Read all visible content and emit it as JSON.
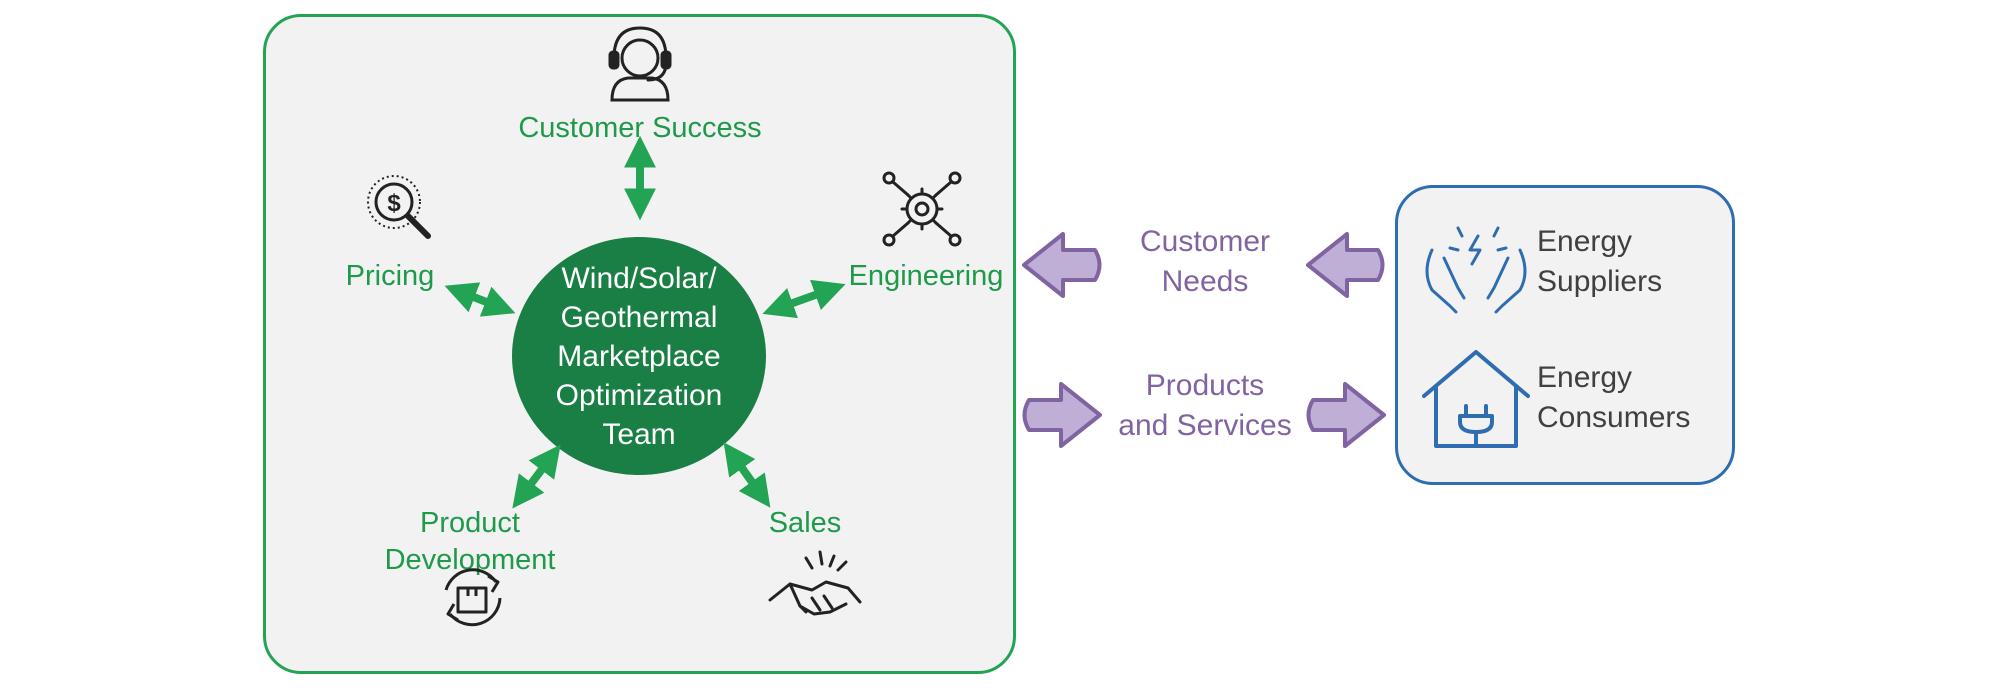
{
  "hub": {
    "lines": [
      "Wind/Solar/",
      "Geothermal",
      "Marketplace",
      "Optimization",
      "Team"
    ]
  },
  "functions": {
    "customer_success": {
      "label": "Customer Success",
      "icon": "customer-support-headset-icon"
    },
    "engineering": {
      "label": "Engineering",
      "icon": "gear-network-icon"
    },
    "pricing": {
      "label": "Pricing",
      "icon": "dollar-magnifier-icon"
    },
    "product_development": {
      "lines": [
        "Product",
        "Development"
      ],
      "icon": "box-cycle-icon"
    },
    "sales": {
      "label": "Sales",
      "icon": "handshake-icon"
    }
  },
  "flows": {
    "customer_needs": [
      "Customer",
      "Needs"
    ],
    "products_services": [
      "Products",
      "and Services"
    ]
  },
  "market": {
    "suppliers": {
      "lines": [
        "Energy",
        "Suppliers"
      ],
      "icon": "hands-energy-icon"
    },
    "consumers": {
      "lines": [
        "Energy",
        "Consumers"
      ],
      "icon": "house-plug-icon"
    }
  },
  "colors": {
    "green": "#1f9a4b",
    "hub": "#1a7f45",
    "purple": "#8064a2",
    "blue": "#2e6db0"
  }
}
